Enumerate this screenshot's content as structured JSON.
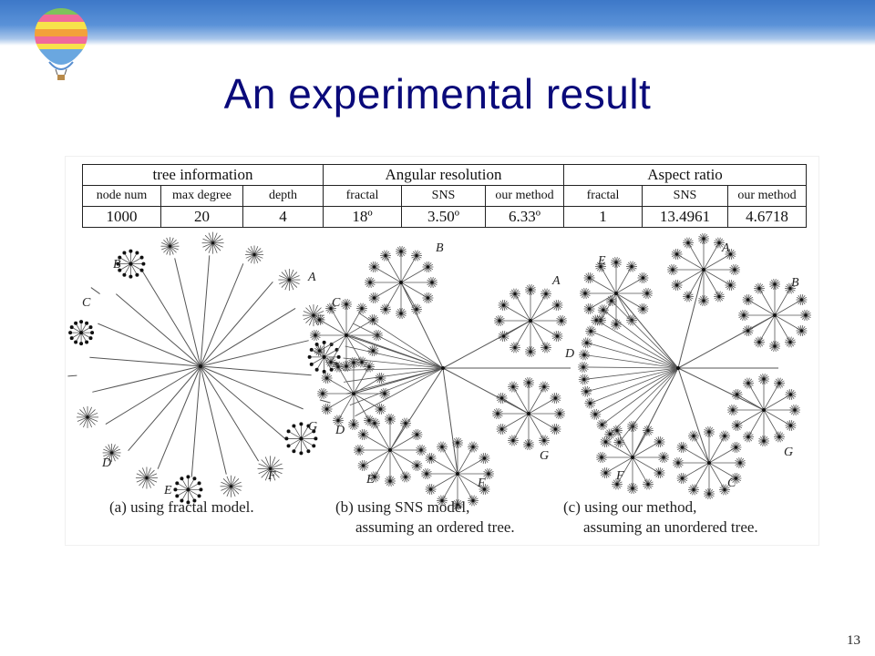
{
  "slide": {
    "title": "An experimental result",
    "page_number": "13"
  },
  "table": {
    "groups": [
      "tree information",
      "Angular resolution",
      "Aspect ratio"
    ],
    "headers": [
      "node num",
      "max degree",
      "depth",
      "fractal",
      "SNS",
      "our method",
      "fractal",
      "SNS",
      "our method"
    ],
    "values": [
      "1000",
      "20",
      "4",
      "18º",
      "3.50º",
      "6.33º",
      "1",
      "13.4961",
      "4.6718"
    ]
  },
  "panels": [
    {
      "caption": "(a) using fractal model.",
      "caption2": "",
      "labels": [
        "A",
        "B",
        "C",
        "D",
        "E",
        "F",
        "G"
      ]
    },
    {
      "caption": "(b) using SNS model,",
      "caption2": "assuming an ordered tree.",
      "labels": [
        "A",
        "B",
        "C",
        "D",
        "E",
        "F",
        "G"
      ]
    },
    {
      "caption": "(c) using our method,",
      "caption2": "assuming an unordered tree.",
      "labels": [
        "A",
        "B",
        "C",
        "D",
        "E",
        "F",
        "G"
      ]
    }
  ]
}
